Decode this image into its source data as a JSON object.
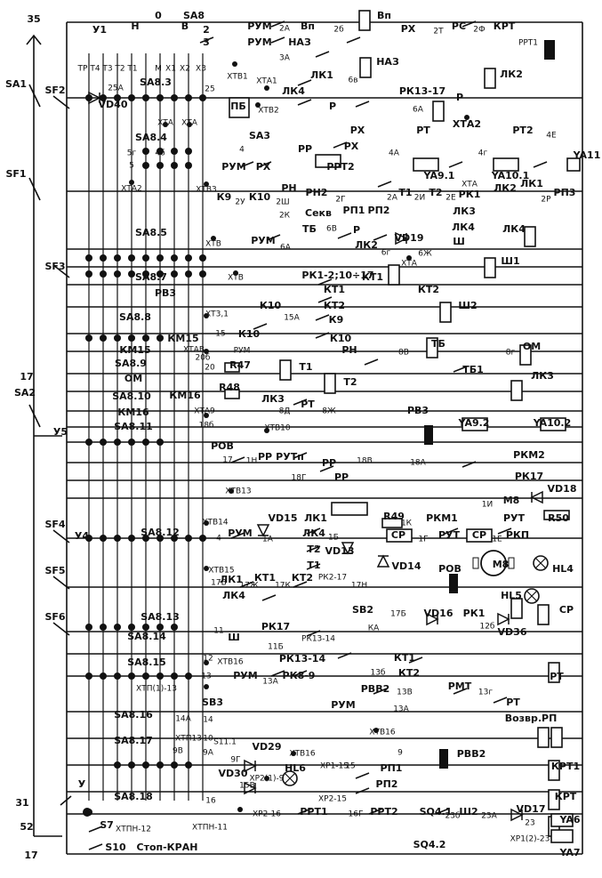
{
  "labels": {
    "n35": "35",
    "sa1": "SA1",
    "sf1": "SF1",
    "sf2": "SF2",
    "sf3": "SF3",
    "sf4": "SF4",
    "sf5": "SF5",
    "sf6": "SF6",
    "sa2": "SA2",
    "n17l": "17",
    "n31": "31",
    "n52": "52",
    "n17b": "17",
    "u5": "У5",
    "u1": "У1",
    "u4": "У4",
    "u": "У",
    "sa8": "SA8",
    "n_h": "Н",
    "n_0": "0",
    "n_b": "В",
    "n2": "2",
    "n3": "3",
    "rum1": "РУМ",
    "n2a": "2А",
    "vp1": "Вп",
    "n2b": "2б",
    "vp2": "Вп",
    "rum2": "РУМ",
    "naz1": "НАЗ",
    "n3a": "3А",
    "naz2": "НАЗ",
    "xtb1": "ХТВ1",
    "rx1": "РХ",
    "n27": "2Т",
    "rs": "РС",
    "n2f": "2Ф",
    "krt": "КРТ",
    "rrt1": "РРТ1",
    "tr": "ТР",
    "t4": "Т4",
    "t3": "Т3",
    "t2": "Т2",
    "t1": "Т1",
    "m": "М",
    "x1": "Х1",
    "x2": "Х2",
    "x3": "Х3",
    "sa83": "SA8.3",
    "n25a": "25А",
    "vd40": "VD40",
    "n25": "25",
    "xta1": "ХТА1",
    "lk1a": "ЛК1",
    "lk4a": "ЛК4",
    "xtb2": "ХТВ2",
    "n6v": "6в",
    "lk2a": "ЛК2",
    "rk13": "РК13-17",
    "r1": "Р",
    "n6a": "6А",
    "r2": "Р",
    "p1": "Р",
    "sa84": "SA8.4",
    "xta3": "ХТА",
    "xta4": "ХТА",
    "pb": "ПБ",
    "sa3": "SA3",
    "n4": "4",
    "n5g": "5г",
    "n4b": "4б",
    "n5": "5",
    "xta2": "ХТА2",
    "xtb3": "ХТВ3",
    "rx2": "РХ",
    "rx3": "РХ",
    "rt1": "РТ",
    "xta_a": "ХТА2",
    "rt2": "РТ2",
    "n4e": "4Е",
    "rr1": "РР",
    "rrt2": "РРТ2",
    "rum3": "РУМ",
    "rx4": "РХ",
    "rn1": "РН",
    "ya91": "YA9.1",
    "ya101": "YA10.1",
    "ya11": "YA11",
    "n4a": "4А",
    "n4g": "4г",
    "k9": "К9",
    "n2u": "2У",
    "k10a": "К10",
    "n2sh": "2Ш",
    "rn2": "РН2",
    "n2g": "2Г",
    "n2k": "2К",
    "sekv": "Секв",
    "rp1": "РП1",
    "rp2": "РП2",
    "n2a2": "2А",
    "t1b": "Т1",
    "n2i": "2И",
    "t2b": "Т2",
    "n2e": "2Е",
    "rk1": "РК1",
    "lk2b": "ЛК2",
    "lk1b": "ЛК1",
    "rp3": "РП3",
    "n2r": "2Р",
    "xta5": "ХТА",
    "lk3b": "ЛК3",
    "lk4b": "ЛК4",
    "lk4c": "ЛК4",
    "sa85": "SA8.5",
    "rum4": "РУМ",
    "n6a2": "6А",
    "tb1": "ТБ",
    "n6v2": "6В",
    "r3": "Р",
    "lk2c": "ЛК2",
    "n6g": "6г",
    "vd19": "VD19",
    "n6zh": "6Ж",
    "sh1": "Ш",
    "xta6": "ХТА",
    "xtb4": "ХТВ",
    "xtb5": "ХТВ",
    "sf3b": "SF3",
    "sa87": "SA8.7",
    "sh1b": "Ш1",
    "xtb6": "ХТВ",
    "rk1217": "РК1-2;10÷17",
    "kt1a": "КТ1",
    "kt1b": "КТ1",
    "kt2a": "КТ2",
    "kt2b": "КТ2",
    "sh2": "Ш2",
    "rv3": "РВ3",
    "sa88": "SA8.8",
    "xt1": "ХТ3,1",
    "k10b": "К10",
    "n15a": "15А",
    "k9b": "К9",
    "k10c": "К10",
    "km15a": "КМ15",
    "km15b": "КМ15",
    "xtab": "ХТАВ",
    "n15": "15",
    "k10d": "К10",
    "rum5": "РУМ",
    "n20b": "20б",
    "sa89": "SA8.9",
    "om": "ОМ",
    "n20": "20",
    "r47": "R47",
    "t1c": "Т1",
    "rn3": "РН",
    "n8v": "8В",
    "tb2": "ТБ",
    "tb3": "ТБ1",
    "n8g": "8г",
    "om2": "ОМ",
    "t2c": "Т2",
    "lk3c": "ЛК3",
    "sa810": "SA8.10",
    "km16a": "КМ16",
    "r48": "R48",
    "lk3a": "ЛК3",
    "n8d": "8Д",
    "rt3": "РТ",
    "n8zh": "8Ж",
    "km16b": "КМ16",
    "sa811": "SA8.11",
    "xta9": "ХТА9",
    "n18b": "18б",
    "xtb10": "ХТВ10",
    "rv3b": "РВ3",
    "ya92": "YA9.2",
    "ya102": "YA10.2",
    "rov": "РОВ",
    "n17": "17",
    "n1n": "1Н",
    "rr3": "РР",
    "rutp": "РУТп",
    "rr4": "РР",
    "n18v": "18В",
    "n18a": "18А",
    "rkm2": "РКМ2",
    "n18g": "18Г",
    "rr5": "РР",
    "xtb13": "ХТВ13",
    "rk17": "РК17",
    "n1i": "1И",
    "m8a": "М8",
    "vd18": "VD18",
    "sa812": "SA8.12",
    "xtb14": "ХТВ14",
    "vd15": "VD15",
    "lk1c": "ЛК1",
    "r49": "R49",
    "n1k": "1К",
    "rkm1": "РКМ1",
    "rut": "РУТ",
    "r50": "R50",
    "n4b2": "4",
    "rum6": "РУМ",
    "lk4d": "ЛК4",
    "n1b": "1Б",
    "vd13": "VD13",
    "n1a": "1А",
    "sr1": "СР",
    "n1g": "1Г",
    "rut2": "РУТ",
    "sr2": "СР",
    "n1e": "1Е",
    "rkp": "РКП",
    "t2d": "Т2",
    "t1d": "Т1",
    "vd14": "VD14",
    "m8": "M8",
    "xtb15": "ХТВ15",
    "rov2": "РОВ",
    "hl4": "HL4",
    "n17v": "17В",
    "lk1d": "ЛК1",
    "n17zh": "17Ж",
    "kt1c": "КТ1",
    "n17k": "17К",
    "kt2c": "КТ2",
    "rk217": "РК2-17",
    "n17n": "17Н",
    "lk4e": "ЛК4",
    "sa813": "SA8.13",
    "n11": "11",
    "sh": "Ш",
    "rk17b": "РК17",
    "n11b": "11Б",
    "rk1314": "РК13-14",
    "sb2": "SB2",
    "ka": "КА",
    "n17b2": "17Б",
    "vd16": "VD16",
    "n12b": "12б",
    "hl5": "HL5",
    "sr3": "СР",
    "vd36": "VD36",
    "sa814": "SA8.14",
    "n12": "12",
    "xtb16": "ХТВ16",
    "rk1314b": "РК13-14",
    "sa815": "SA8.15",
    "rum7": "РУМ",
    "n13a": "13А",
    "rk89": "РК8-9",
    "n13b": "13б",
    "kt1e": "КТ1",
    "kt2e": "КТ2",
    "xt13": "ХТП(1)-13",
    "n13": "13",
    "sb3": "SB3",
    "rvv2": "РВВ2",
    "n13v": "13В",
    "rmt": "РМТ",
    "n13g": "13г",
    "rt4": "РТ",
    "rum8": "РУМ",
    "n13a2": "13А",
    "rt5": "РТ",
    "sa816": "SA8.16",
    "n14a": "14А",
    "n14": "14",
    "xtp13": "ХТП13",
    "n10": "10",
    "sa817": "SA8.17",
    "s11": "S11.1",
    "n9v": "9В",
    "n9a": "9А",
    "vd29": "VD29",
    "xtb16b": "ХТВ16",
    "xtb16c": "ХТВ16",
    "vozvrp": "Возвр.РП",
    "n9g": "9Г",
    "n9": "9",
    "rvv2b": "РВВ2",
    "xp115": "ХР1-15",
    "n15b": "15",
    "vd30": "VD30",
    "n15v": "15В",
    "xp29": "ХР2(1)-9",
    "hl6": "HL6",
    "rp1b": "РП1",
    "rp2b": "РП2",
    "xp215": "ХР2-15",
    "kpt1": "КРТ1",
    "sa818": "SA8.18",
    "n16": "16",
    "xp216": "ХР2-16",
    "rrt1b": "РРТ1",
    "n16g": "16Г",
    "rrt2b": "РРТ2",
    "sq41": "SQ4.1",
    "n23b": "23б",
    "sh2b": "Ш2",
    "n23a": "23А",
    "vd17": "VD17",
    "n23": "23",
    "kpt2": "КРТ",
    "ya6": "YA6",
    "xp123": "ХР1(2)-23",
    "ya7": "YA7",
    "s7": "S7",
    "xtp12": "ХТПН-12",
    "xtp11": "ХТПН-11",
    "s10": "S10",
    "stopkran": "Стоп-КРАН",
    "sq42": "SQ4.2"
  }
}
